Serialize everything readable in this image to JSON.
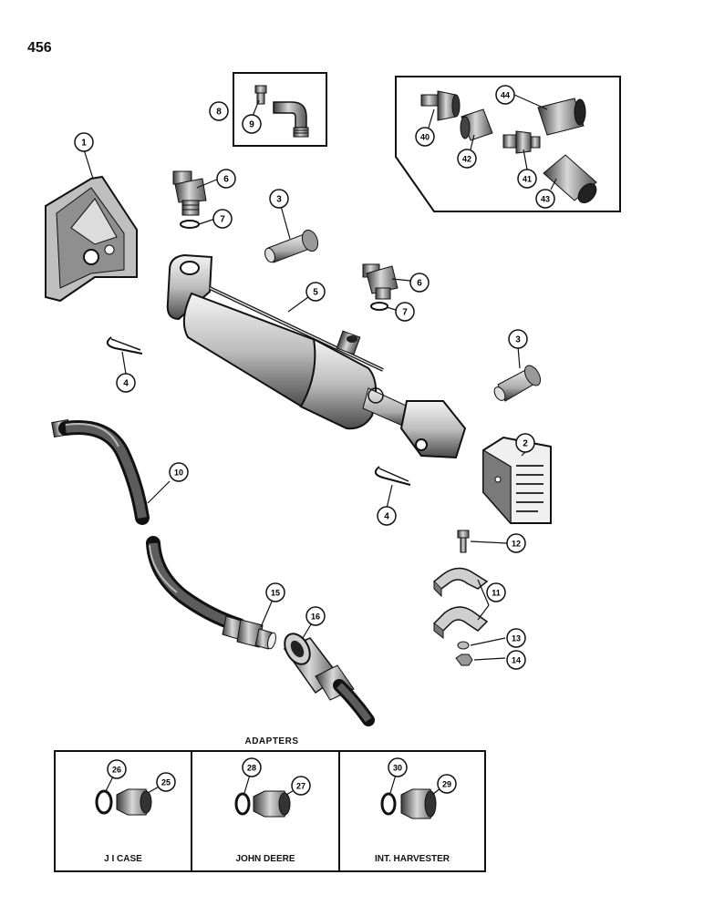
{
  "page_number": "456",
  "callouts": [
    {
      "id": "c1",
      "label": "1"
    },
    {
      "id": "c2",
      "label": "2"
    },
    {
      "id": "c3a",
      "label": "3"
    },
    {
      "id": "c3b",
      "label": "3"
    },
    {
      "id": "c4a",
      "label": "4"
    },
    {
      "id": "c4b",
      "label": "4"
    },
    {
      "id": "c5",
      "label": "5"
    },
    {
      "id": "c6a",
      "label": "6"
    },
    {
      "id": "c6b",
      "label": "6"
    },
    {
      "id": "c7a",
      "label": "7"
    },
    {
      "id": "c7b",
      "label": "7"
    },
    {
      "id": "c8",
      "label": "8"
    },
    {
      "id": "c9",
      "label": "9"
    },
    {
      "id": "c10",
      "label": "10"
    },
    {
      "id": "c11",
      "label": "11"
    },
    {
      "id": "c12",
      "label": "12"
    },
    {
      "id": "c13",
      "label": "13"
    },
    {
      "id": "c14",
      "label": "14"
    },
    {
      "id": "c15",
      "label": "15"
    },
    {
      "id": "c16",
      "label": "16"
    },
    {
      "id": "c25",
      "label": "25"
    },
    {
      "id": "c26",
      "label": "26"
    },
    {
      "id": "c27",
      "label": "27"
    },
    {
      "id": "c28",
      "label": "28"
    },
    {
      "id": "c29",
      "label": "29"
    },
    {
      "id": "c30",
      "label": "30"
    },
    {
      "id": "c40",
      "label": "40"
    },
    {
      "id": "c41",
      "label": "41"
    },
    {
      "id": "c42",
      "label": "42"
    },
    {
      "id": "c43",
      "label": "43"
    },
    {
      "id": "c44",
      "label": "44"
    }
  ],
  "adapters": {
    "title": "ADAPTERS",
    "panels": [
      {
        "label": "J I CASE"
      },
      {
        "label": "JOHN DEERE"
      },
      {
        "label": "INT. HARVESTER"
      }
    ]
  }
}
